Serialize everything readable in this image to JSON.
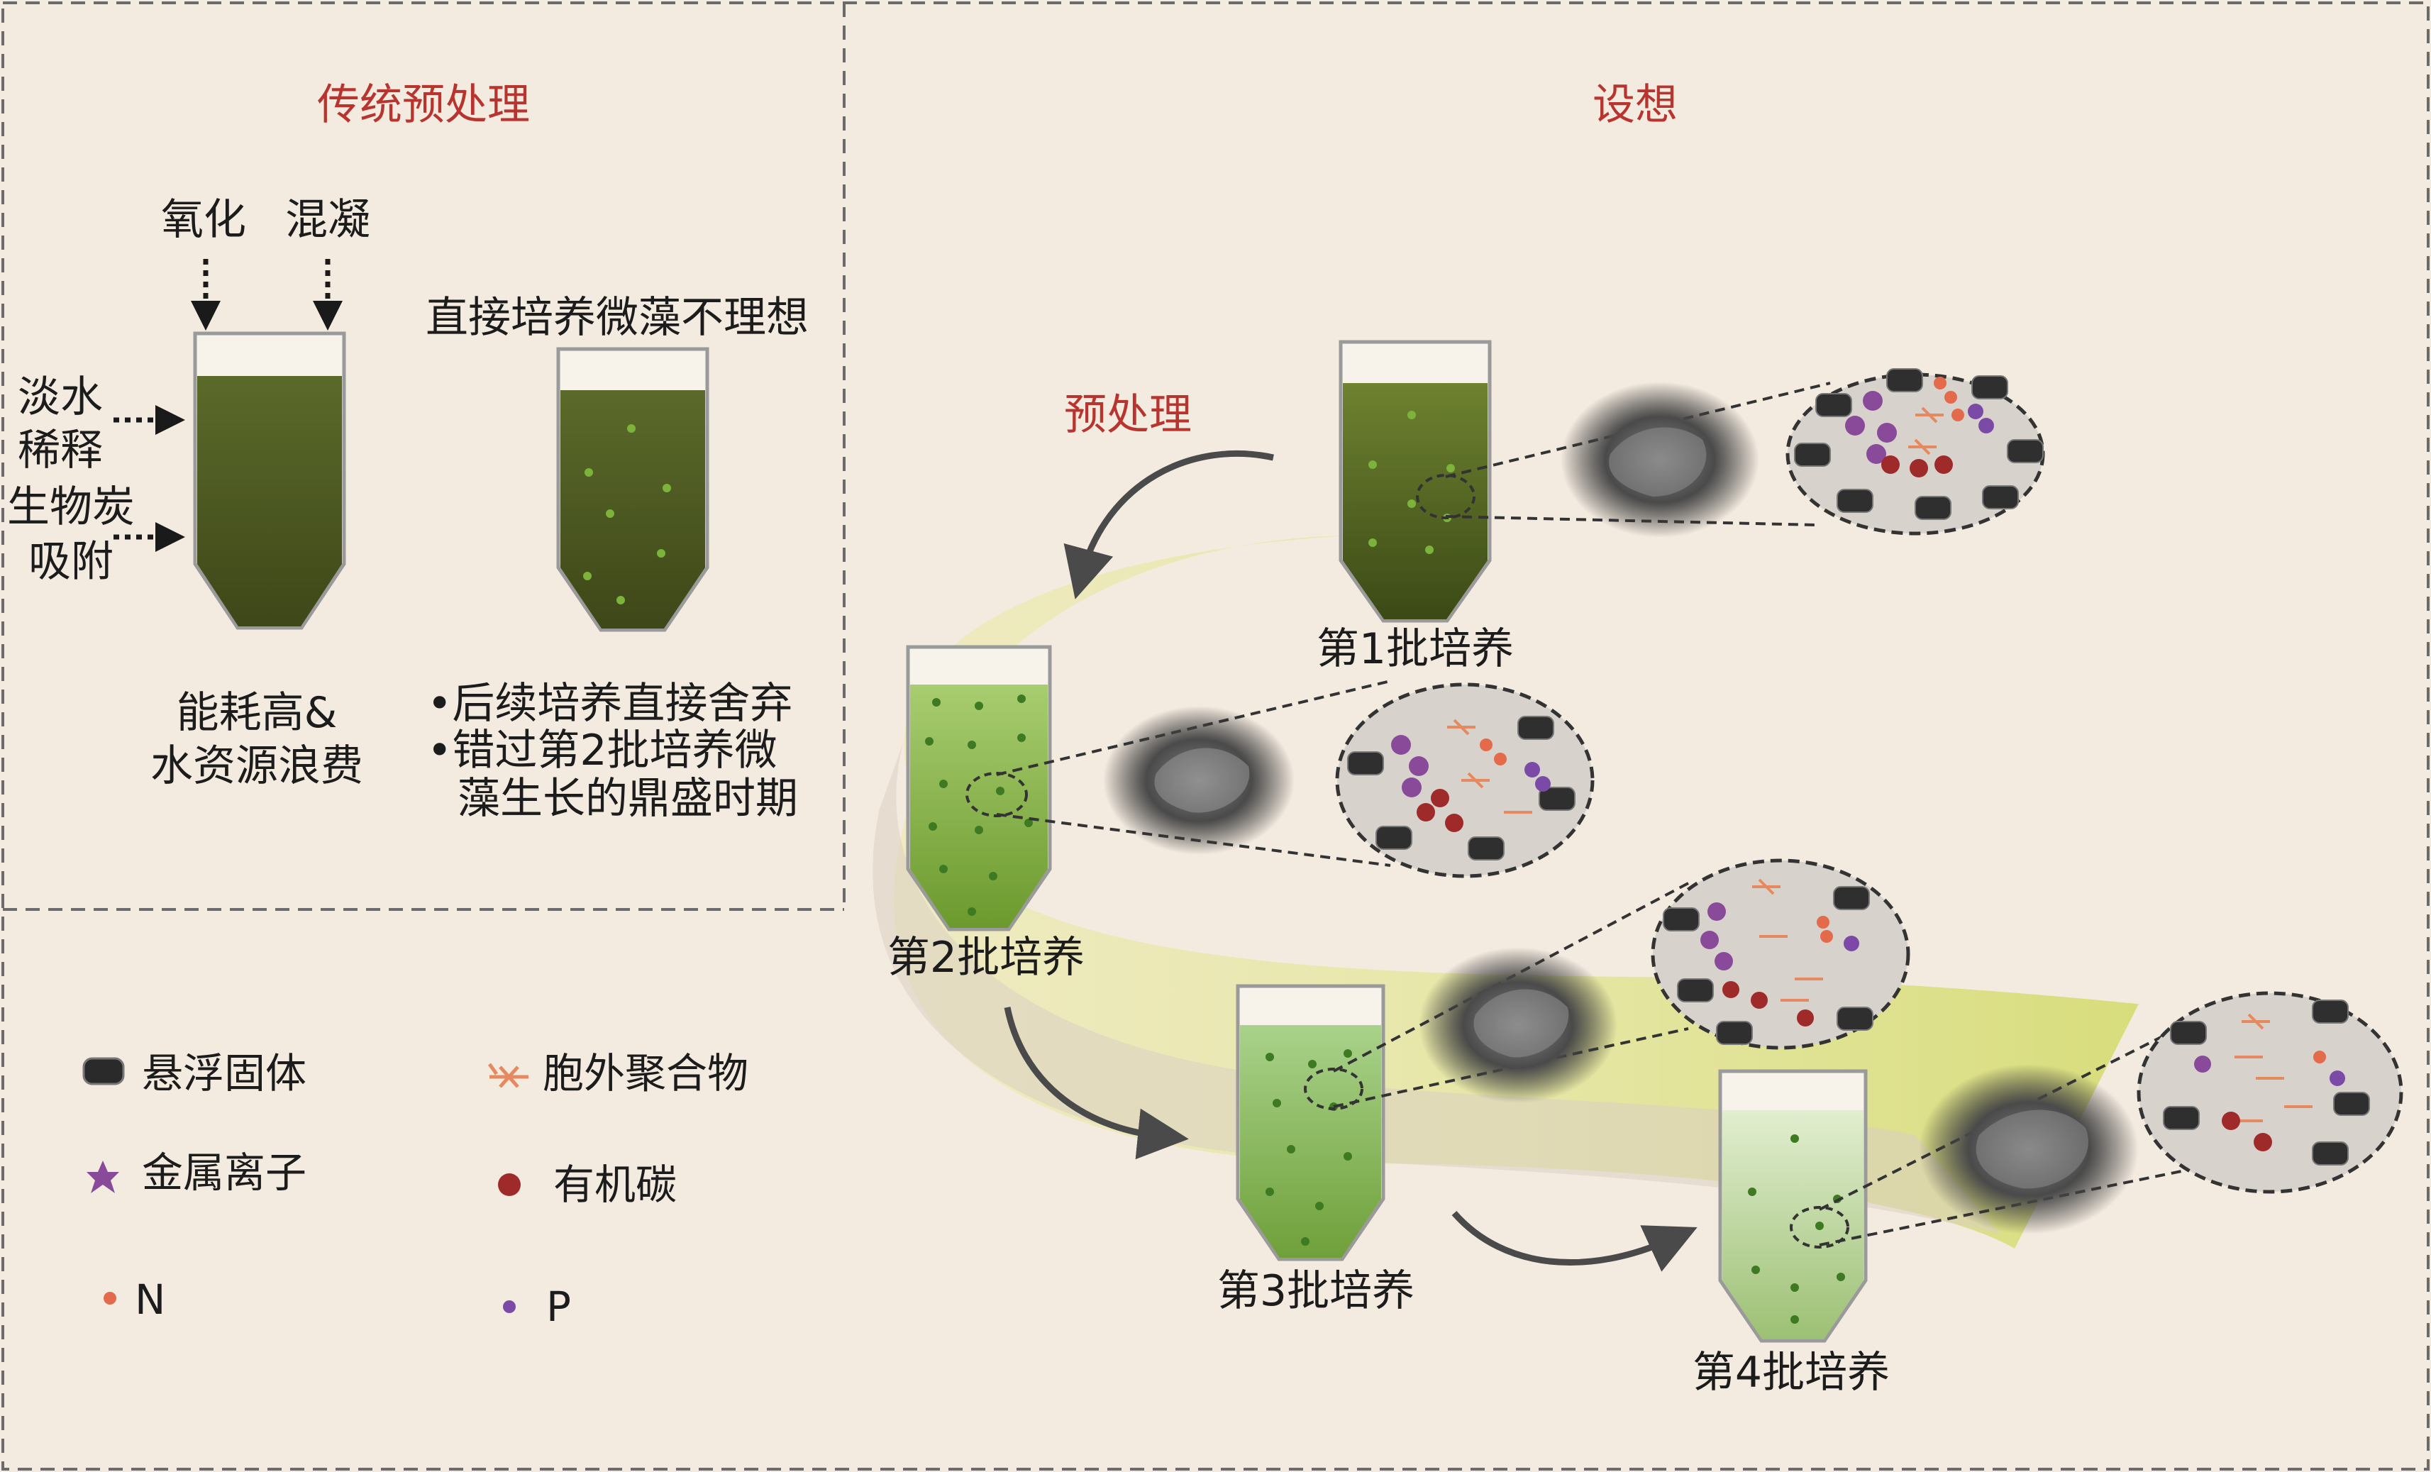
{
  "traditional": {
    "title": "传统预处理",
    "oxidation": "氧化",
    "coagulation": "混凝",
    "freshwater": [
      "淡水",
      "稀释"
    ],
    "biochar": [
      "生物炭",
      "吸附"
    ],
    "direct_culture": "直接培养微藻不理想",
    "cost": [
      "能耗高&",
      "水资源浪费"
    ],
    "bullets": [
      "•后续培养直接舍弃",
      "•错过第2批培养微",
      "藻生长的鼎盛时期"
    ]
  },
  "proposal": {
    "title": "设想",
    "pretreatment": "预处理",
    "batches": [
      "第1批培养",
      "第2批培养",
      "第3批培养",
      "第4批培养"
    ]
  },
  "legend": {
    "suspended_solids": "悬浮固体",
    "eps": "胞外聚合物",
    "metal_ions": "金属离子",
    "organic_carbon": "有机碳",
    "n": "N",
    "p": "P"
  },
  "colors": {
    "title_red": "#b8342e",
    "culture_dark": "#4a5a22",
    "culture_green": "#7aa83a",
    "culture_light": "#cfe0b0",
    "background": "#f4ebe0",
    "yellow_band": "#e2e48c"
  }
}
